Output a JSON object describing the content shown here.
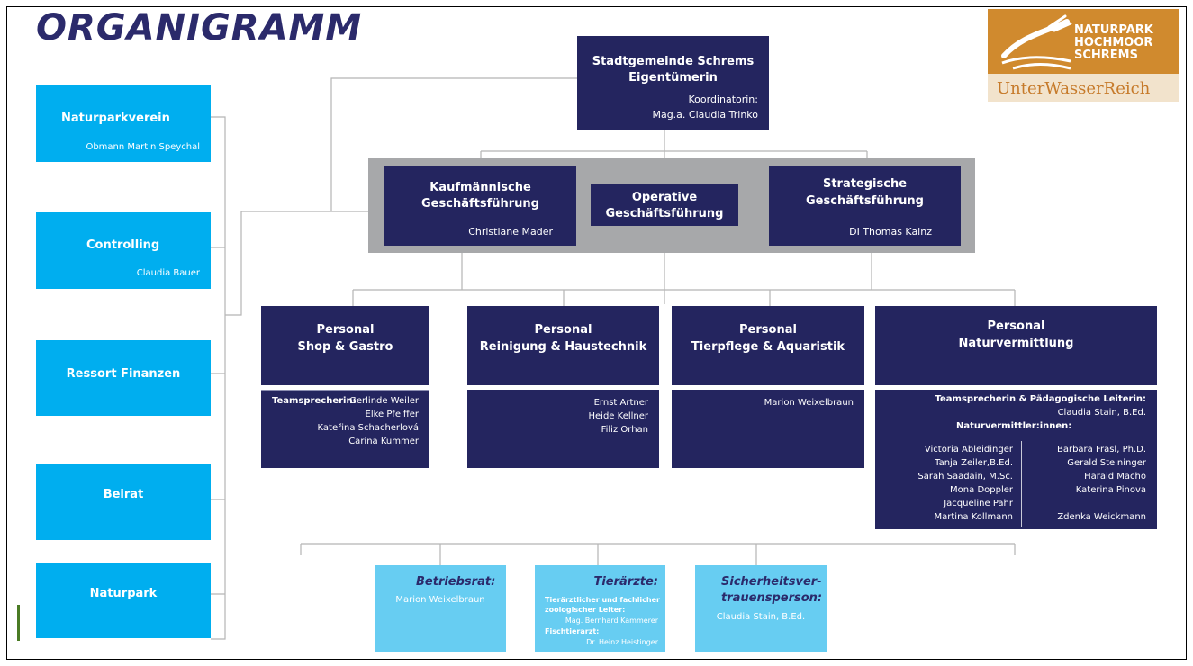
{
  "title": "ORGANIGRAMM",
  "logo": {
    "line1": "NATURPARK",
    "line2": "HOCHMOOR",
    "line3": "SCHREMS",
    "subtitle": "UnterWasserReich",
    "colors": {
      "top": "#d08a2e",
      "bottom": "#f2e3cc"
    }
  },
  "colors": {
    "navy": "#24255f",
    "cyan": "#00aeef",
    "light_cyan": "#67cdf2",
    "grey": "#a7a8aa",
    "title": "#2b2a6b"
  },
  "top": {
    "name_line1": "Stadtgemeinde Schrems",
    "name_line2": "Eigentümerin",
    "role": "Koordinatorin:",
    "person": "Mag.a. Claudia Trinko"
  },
  "management": {
    "kaufm": {
      "line1": "Kaufmännische",
      "line2": "Geschäftsführung",
      "person": "Christiane Mader"
    },
    "operativ": {
      "line1": "Operative",
      "line2": "Geschäftsführung"
    },
    "strat": {
      "line1": "Strategische",
      "line2": "Geschäftsführung",
      "person": "DI Thomas Kainz"
    }
  },
  "left": [
    {
      "title": "Naturparkverein",
      "sub": "Obmann Martin Speychal"
    },
    {
      "title": "Controlling",
      "sub": "Claudia Bauer"
    },
    {
      "title": "Ressort Finanzen"
    },
    {
      "title": "Beirat"
    },
    {
      "title": "Naturpark"
    }
  ],
  "personal": {
    "shop": {
      "line1": "Personal",
      "line2": "Shop & Gastro",
      "lead_label": "Teamsprecherin:",
      "members": [
        "Gerlinde Weiler",
        "Elke Pfeiffer",
        "Kateřina Schacherlová",
        "Carina Kummer"
      ]
    },
    "reinigung": {
      "line1": "Personal",
      "line2": "Reinigung & Haustechnik",
      "members": [
        "Ernst Artner",
        "Heide Kellner",
        "Filiz Orhan"
      ]
    },
    "tierpflege": {
      "line1": "Personal",
      "line2": "Tierpflege & Aquaristik",
      "members": [
        "Marion Weixelbraun"
      ]
    },
    "natur": {
      "line1": "Personal",
      "line2": "Naturvermittlung",
      "lead_label": "Teamsprecherin & Pädagogische Leiterin:",
      "lead": "Claudia Stain, B.Ed.",
      "group_label": "Naturvermittler:innen:",
      "col1": [
        "Victoria Ableidinger",
        "Tanja Zeiler,B.Ed.",
        "Sarah Saadain, M.Sc.",
        "Mona Doppler",
        "Jacqueline Pahr",
        "Martina Kollmann"
      ],
      "col2": [
        "Barbara Frasl, Ph.D.",
        "Gerald Steininger",
        "Harald Macho",
        "Katerina Pinova",
        "",
        "Zdenka Weickmann"
      ]
    }
  },
  "bottom": {
    "betriebsrat": {
      "title": "Betriebsrat:",
      "person": "Marion Weixelbraun"
    },
    "tieraerzte": {
      "title": "Tierärzte:",
      "lines": [
        "Tierärztlicher und fachlicher",
        "zoologischer Leiter:"
      ],
      "person1": "Mag. Bernhard Kammerer",
      "label2": "Fischtierarzt:",
      "person2": "Dr. Heinz Heistinger"
    },
    "sicherheit": {
      "title_line1": "Sicherheitsver-",
      "title_line2": "trauensperson:",
      "person": "Claudia Stain, B.Ed."
    }
  }
}
